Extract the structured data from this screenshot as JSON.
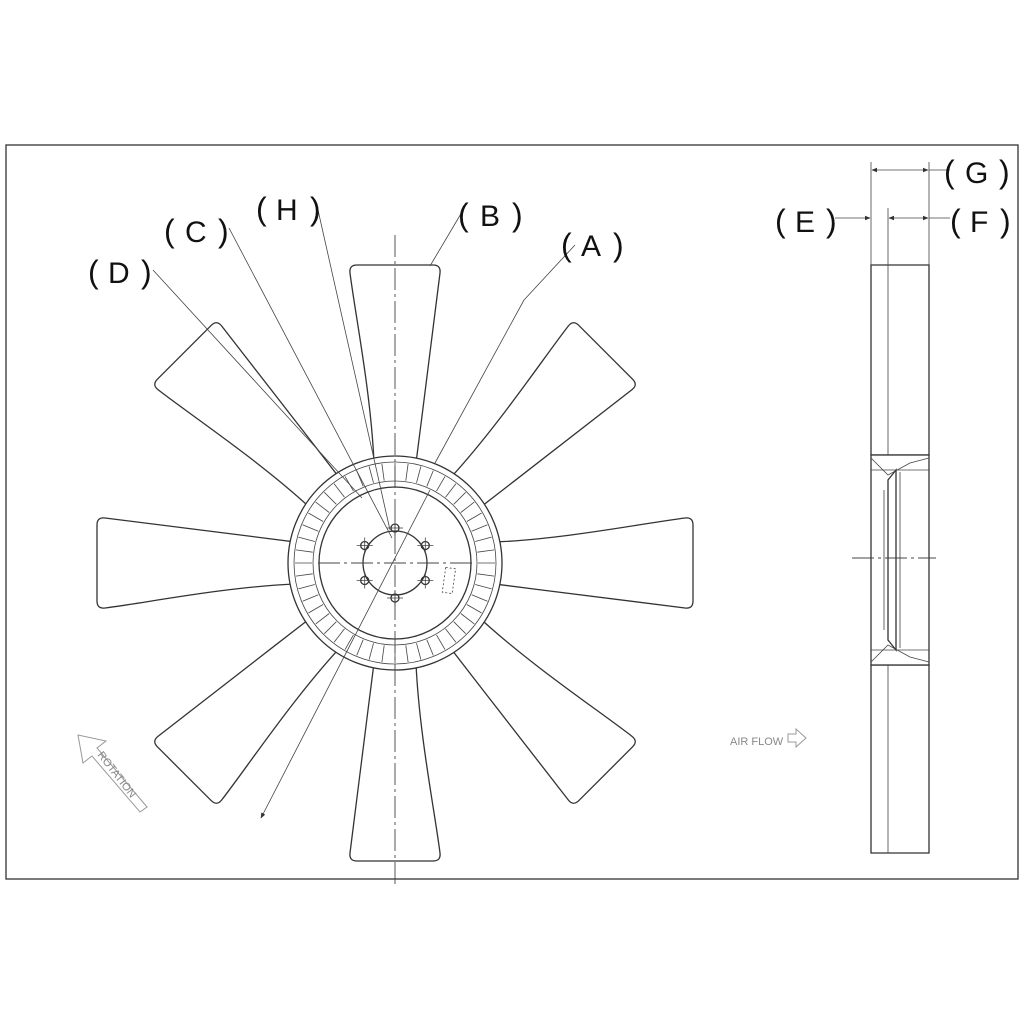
{
  "labels": {
    "a": "A",
    "b": "B",
    "c": "C",
    "d": "D",
    "e": "E",
    "f": "F",
    "g": "G",
    "h": "H"
  },
  "notes": {
    "rotation": "ROTATION",
    "air_flow": "AIR FLOW"
  }
}
